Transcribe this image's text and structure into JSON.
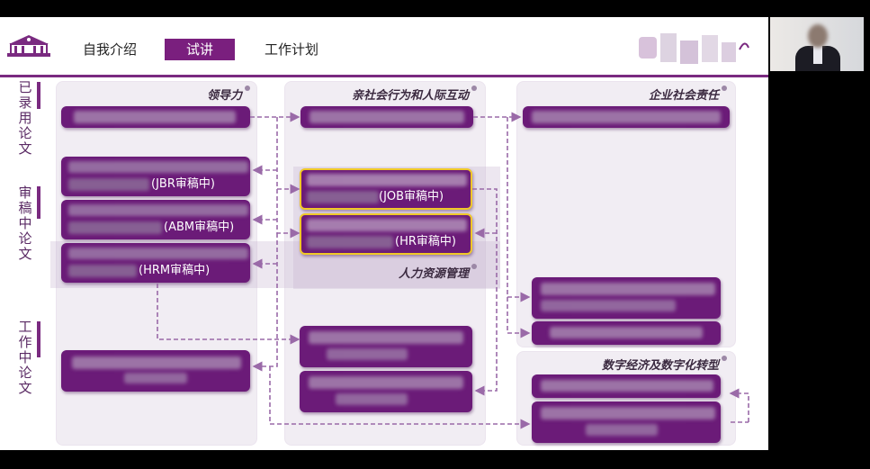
{
  "nav": {
    "intro_label": "自我介绍",
    "lecture_label": "试讲",
    "plan_label": "工作计划"
  },
  "sidebar": {
    "published_label": "已录用论文",
    "review_label": "审稿中论文",
    "working_label": "工作中论文"
  },
  "panels": {
    "leadership_title": "领导力",
    "prosocial_title": "亲社会行为和人际互动",
    "csr_title": "企业社会责任",
    "hrm_title": "人力资源管理",
    "digital_title": "数字经济及数字化转型"
  },
  "boxes": {
    "jbr_tag": "(JBR审稿中)",
    "abm_tag": "(ABM审稿中)",
    "hrm_left_tag": "(HRM审稿中)",
    "job_tag": "(JOB审稿中)",
    "hr_tag": "(HR审稿中)"
  },
  "colors": {
    "accent": "#7a1f7e",
    "box": "#6b1b78",
    "highlight": "#f0c828"
  }
}
